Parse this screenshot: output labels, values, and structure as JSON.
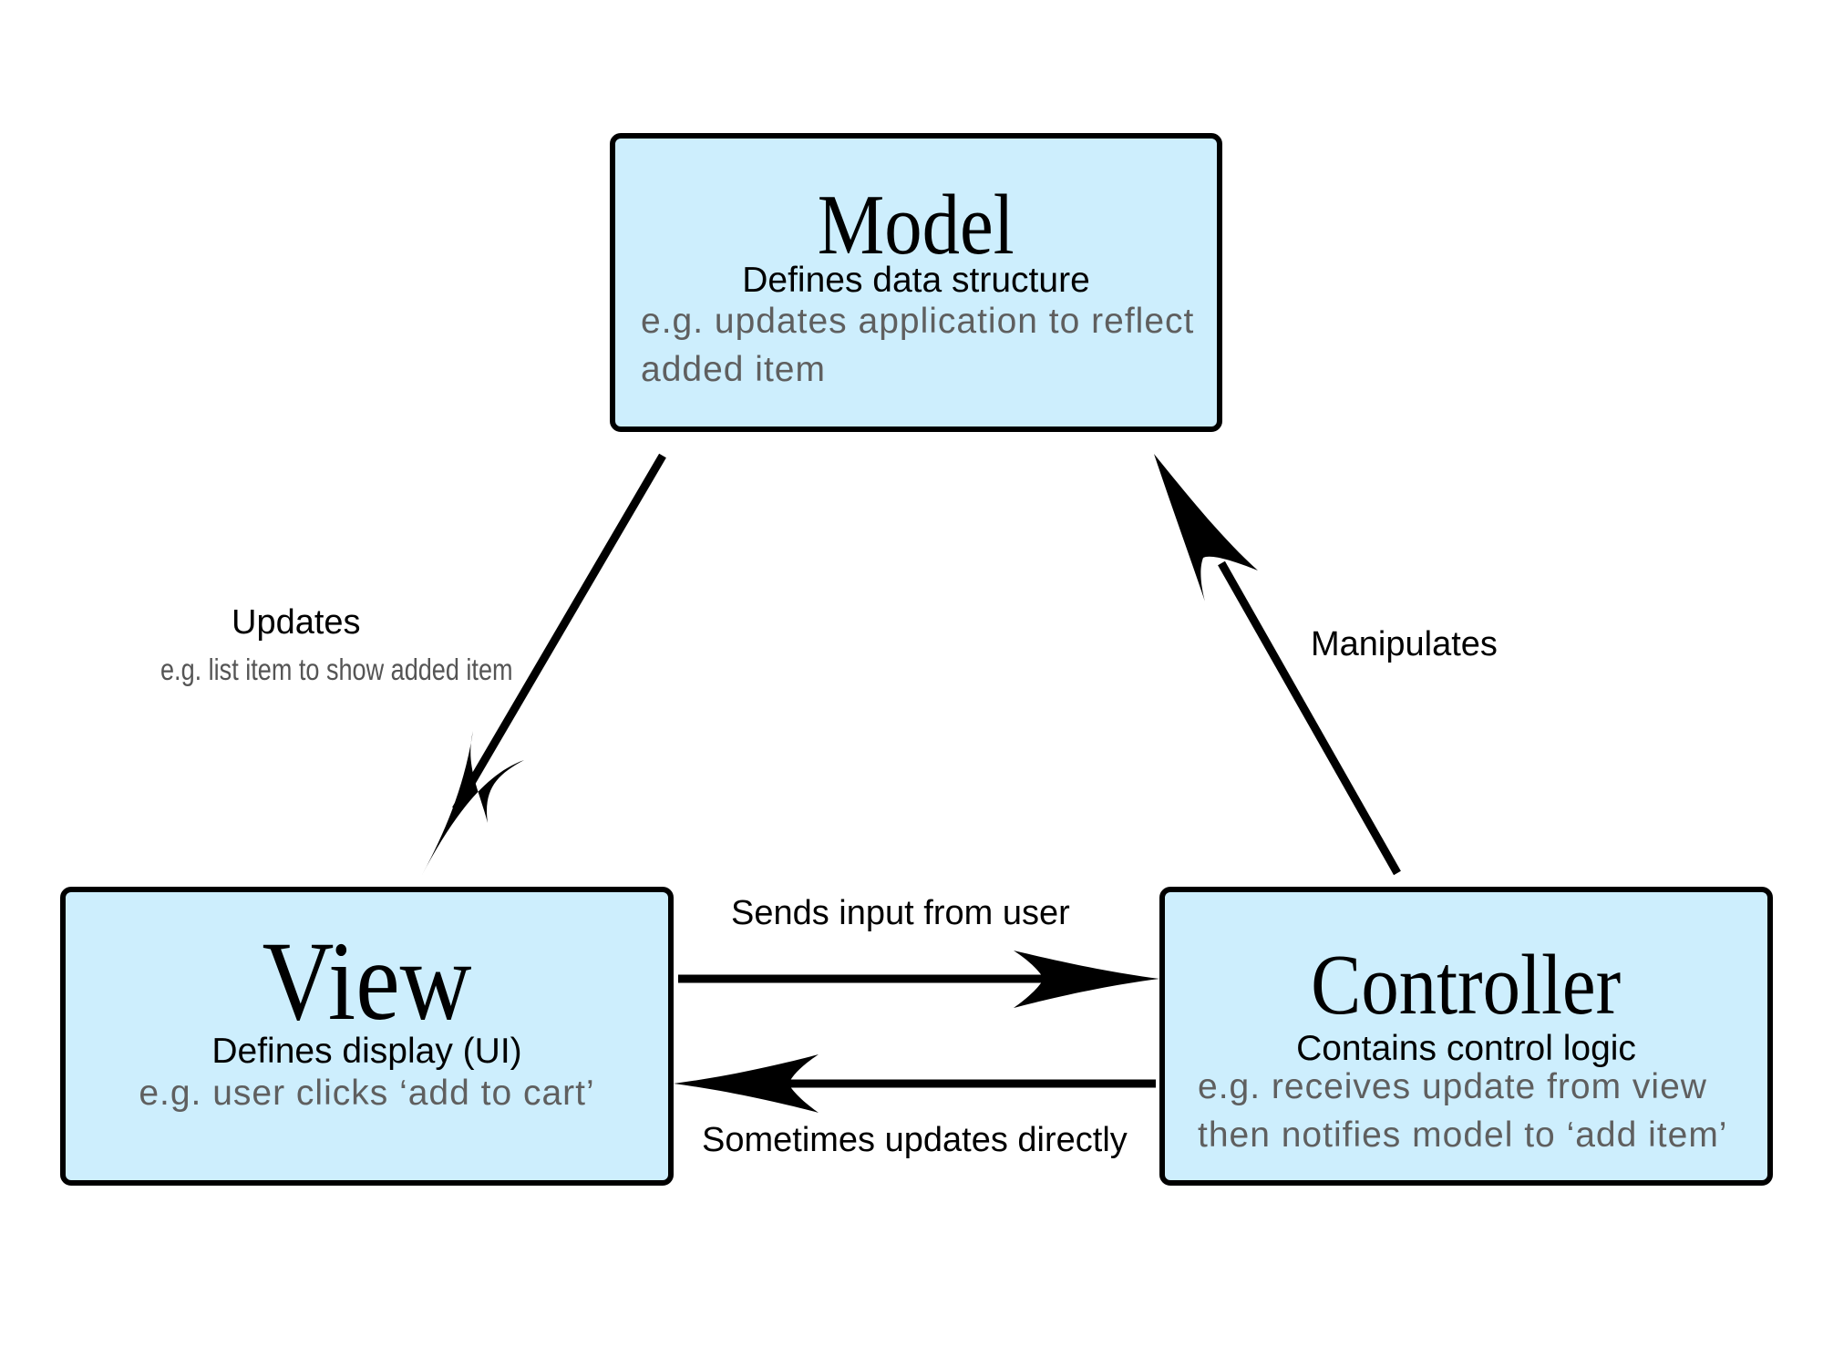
{
  "model": {
    "title": "Model",
    "subtitle": "Defines data structure",
    "example_lines": [
      "e.g. updates application to reflect",
      "added item"
    ]
  },
  "view": {
    "title": "View",
    "subtitle": "Defines display (UI)",
    "example_lines": [
      "e.g. user clicks ‘add to cart’"
    ]
  },
  "controller": {
    "title": "Controller",
    "subtitle": "Contains control logic",
    "example_lines": [
      "e.g. receives update from view",
      "then notifies model to ‘add item’"
    ]
  },
  "edges": {
    "updates": {
      "label": "Updates",
      "example": "e.g. list item to show added item"
    },
    "manipulates": {
      "label": "Manipulates"
    },
    "sends_input": {
      "label": "Sends input from user"
    },
    "sometimes_updates": {
      "label": "Sometimes updates directly"
    }
  },
  "colors": {
    "box_fill": "#cdeefd",
    "box_border": "#000000",
    "example_text": "#5f5f5f",
    "arrow": "#000000"
  }
}
